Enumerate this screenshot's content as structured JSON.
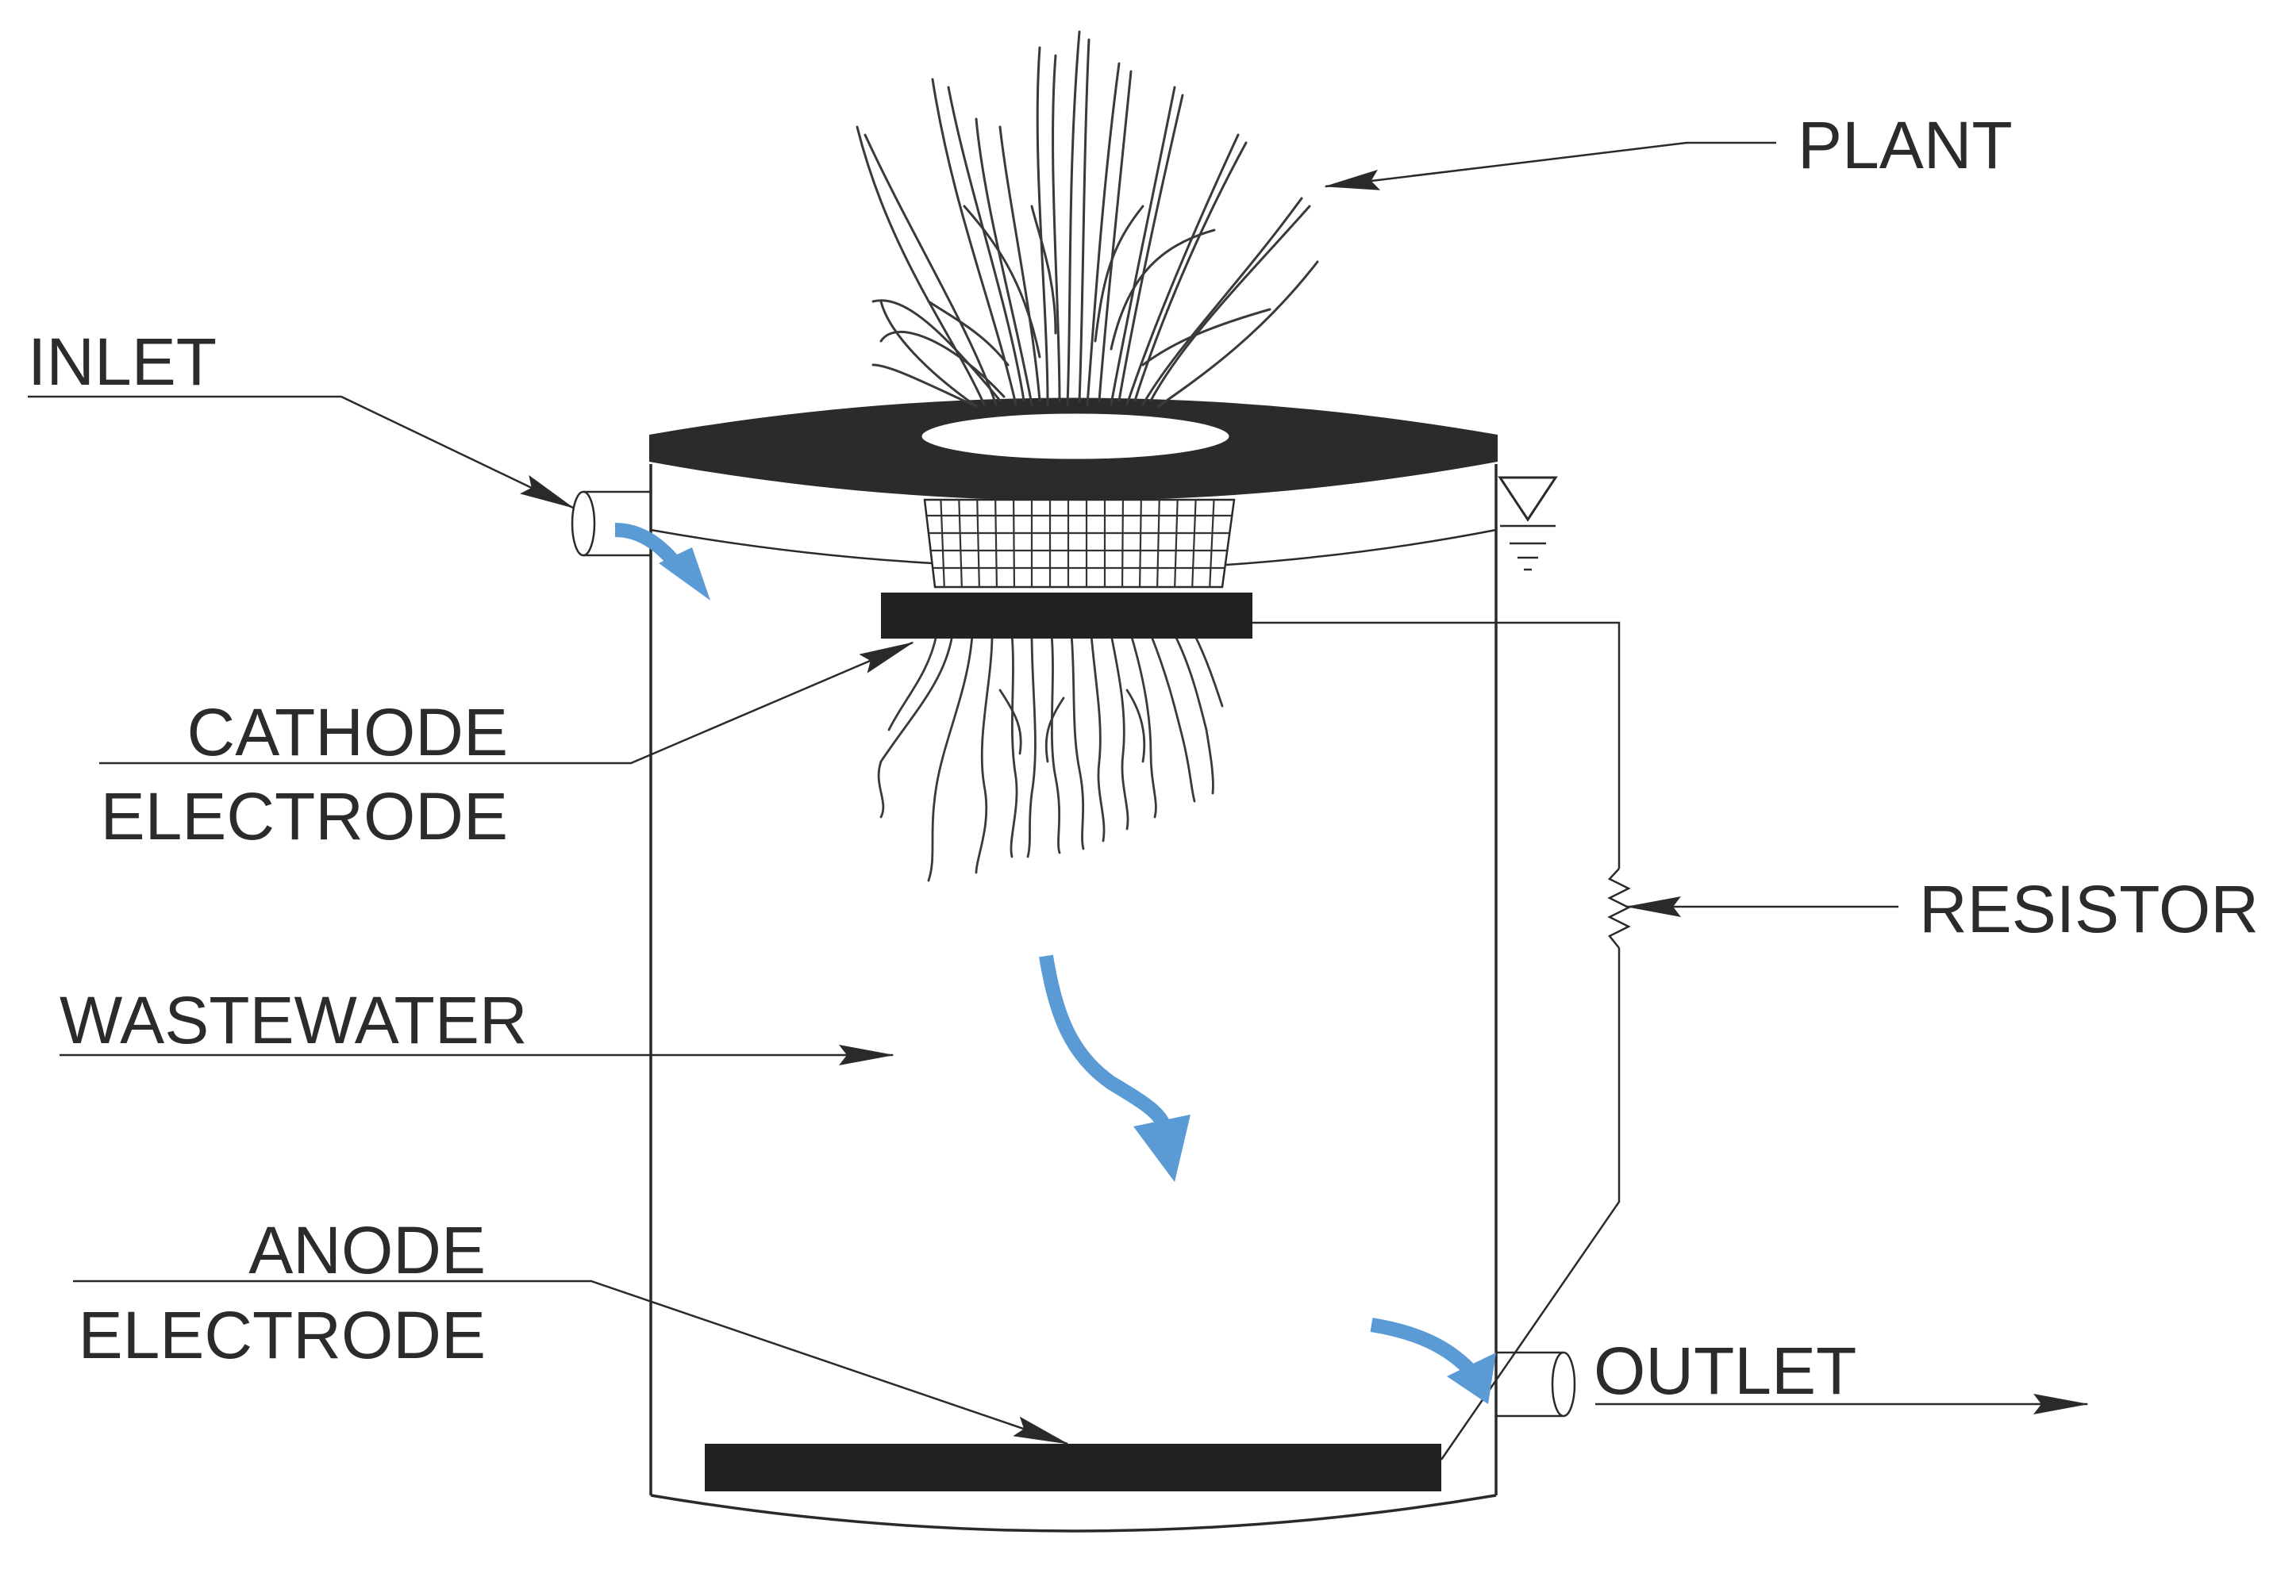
{
  "labels": {
    "plant": "PLANT",
    "inlet": "INLET",
    "cathode_line1": "CATHODE",
    "cathode_line2": "ELECTRODE",
    "resistor": "RESISTOR",
    "wastewater": "WASTEWATER",
    "anode_line1": "ANODE",
    "anode_line2": "ELECTRODE",
    "outlet": "OUTLET"
  },
  "colors": {
    "flow_arrow": "#5b9bd5",
    "electrode": "#222222",
    "lid": "#2b2b2b",
    "line": "#2a2a2a"
  }
}
